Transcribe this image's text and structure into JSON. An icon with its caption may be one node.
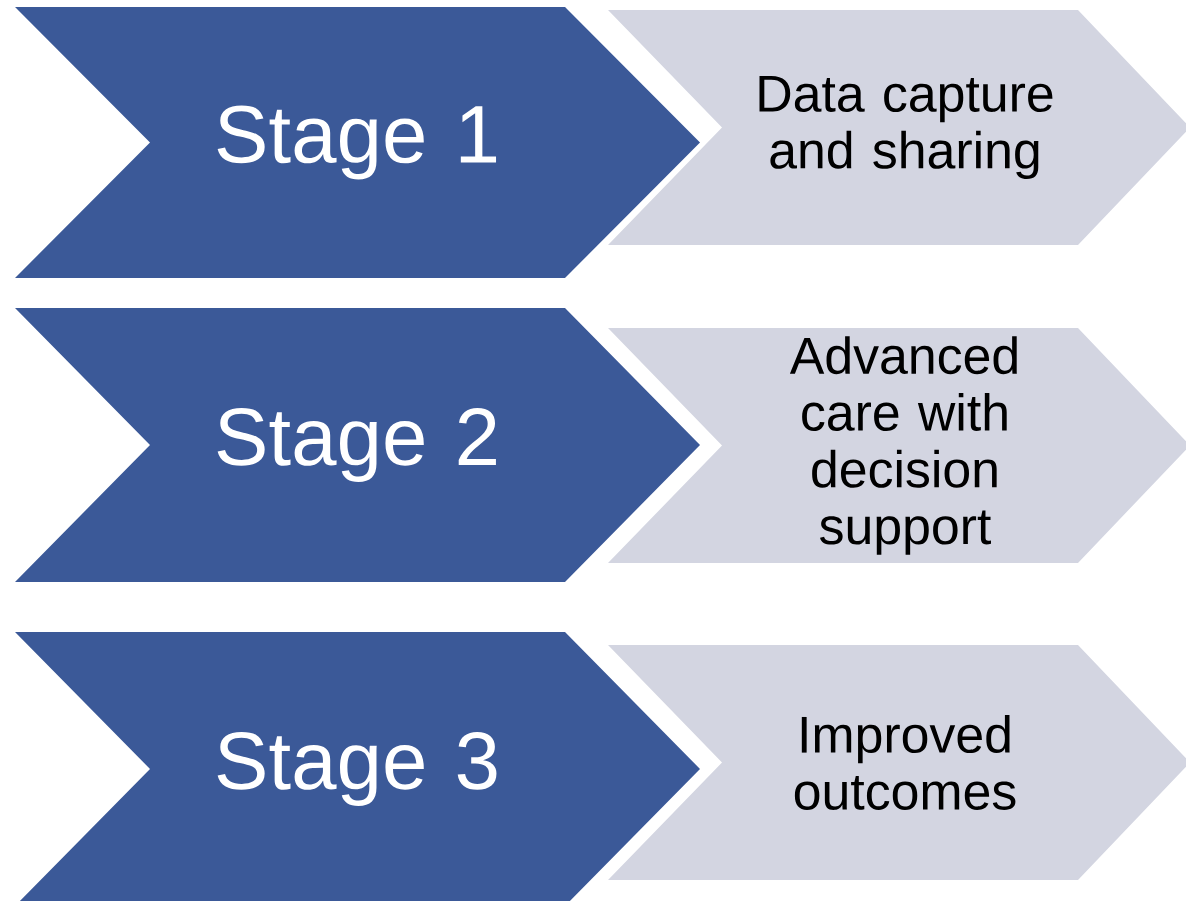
{
  "diagram": {
    "nodes": [
      {
        "text": [
          "Stage 1"
        ]
      },
      {
        "text": [
          "Data capture and sharing"
        ]
      },
      {
        "text": [
          "Stage 2"
        ]
      },
      {
        "text": [
          "Advanced care with decision support"
        ]
      },
      {
        "text": [
          "Stage 3"
        ]
      },
      {
        "text": [
          "Improved outcomes"
        ]
      }
    ]
  }
}
